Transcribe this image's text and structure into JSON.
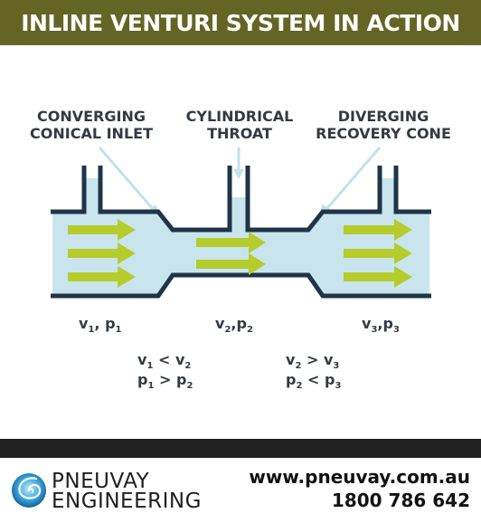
{
  "header": {
    "title": "INLINE VENTURI SYSTEM IN ACTION"
  },
  "labels": {
    "inlet": [
      "CONVERGING",
      "CONICAL INLET"
    ],
    "throat": [
      "CYLINDRICAL",
      "THROAT"
    ],
    "outlet": [
      "DIVERGING",
      "RECOVERY CONE"
    ]
  },
  "stations": [
    {
      "v": "v",
      "vsub": "1",
      "p": "p",
      "psub": "1"
    },
    {
      "v": "v",
      "vsub": "2",
      "p": "p",
      "psub": "2"
    },
    {
      "v": "v",
      "vsub": "3",
      "p": "p",
      "psub": "3"
    }
  ],
  "relations": [
    {
      "line1": {
        "a": "v",
        "asub": "1",
        "op": "<",
        "b": "v",
        "bsub": "2"
      },
      "line2": {
        "a": "p",
        "asub": "1",
        "op": ">",
        "b": "p",
        "bsub": "2"
      }
    },
    {
      "line1": {
        "a": "v",
        "asub": "2",
        "op": ">",
        "b": "v",
        "bsub": "3"
      },
      "line2": {
        "a": "p",
        "asub": "2",
        "op": "<",
        "b": "p",
        "bsub": "3"
      }
    }
  ],
  "footer": {
    "brand_line1": "PNEUVAY",
    "brand_line2": "ENGINEERING",
    "website": "www.pneuvay.com.au",
    "phone": "1800 786 642"
  },
  "colors": {
    "header_bg": "#646524",
    "pipe_wall": "#203448",
    "fluid": "#c8e5ee",
    "arrow": "#b6cb2c",
    "pointer": "#bfe3ee",
    "footer_bar": "#212121"
  }
}
